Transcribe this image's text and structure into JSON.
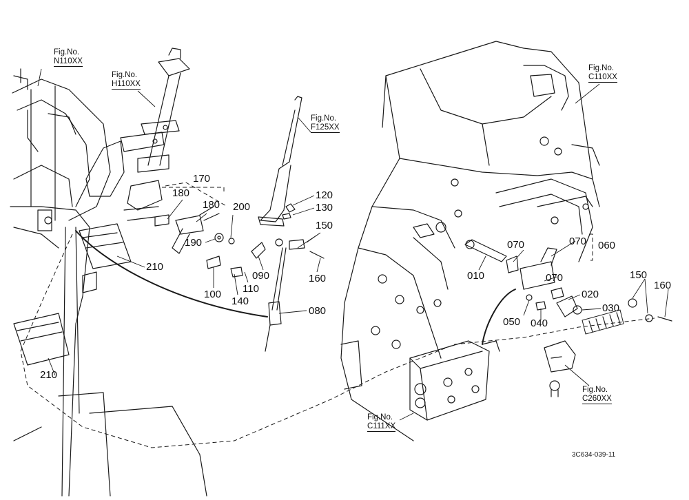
{
  "figure_refs": [
    {
      "id": "n110",
      "caption": "Fig.No.",
      "code": "N110XX"
    },
    {
      "id": "h110",
      "caption": "Fig.No.",
      "code": "H110XX"
    },
    {
      "id": "f125",
      "caption": "Fig.No.",
      "code": "F125XX"
    },
    {
      "id": "c110",
      "caption": "Fig.No.",
      "code": "C110XX"
    },
    {
      "id": "c111",
      "caption": "Fig.No.",
      "code": "C111XX"
    },
    {
      "id": "c260",
      "caption": "Fig.No.",
      "code": "C260XX"
    }
  ],
  "part_labels": {
    "p170": "170",
    "p180a": "180",
    "p180b": "180",
    "p200": "200",
    "p190": "190",
    "p120": "120",
    "p130": "130",
    "p150a": "150",
    "p210a": "210",
    "p100": "100",
    "p140": "140",
    "p110": "110",
    "p090": "090",
    "p160a": "160",
    "p080": "080",
    "p210b": "210",
    "p070a": "070",
    "p070b": "070",
    "p060": "060",
    "p010": "010",
    "p070c": "070",
    "p020": "020",
    "p150b": "150",
    "p160b": "160",
    "p050": "050",
    "p040": "040",
    "p030": "030"
  },
  "drawing_code": "3C634-039-11",
  "colors": {
    "ink": "#1a1a1a",
    "background": "#ffffff"
  }
}
